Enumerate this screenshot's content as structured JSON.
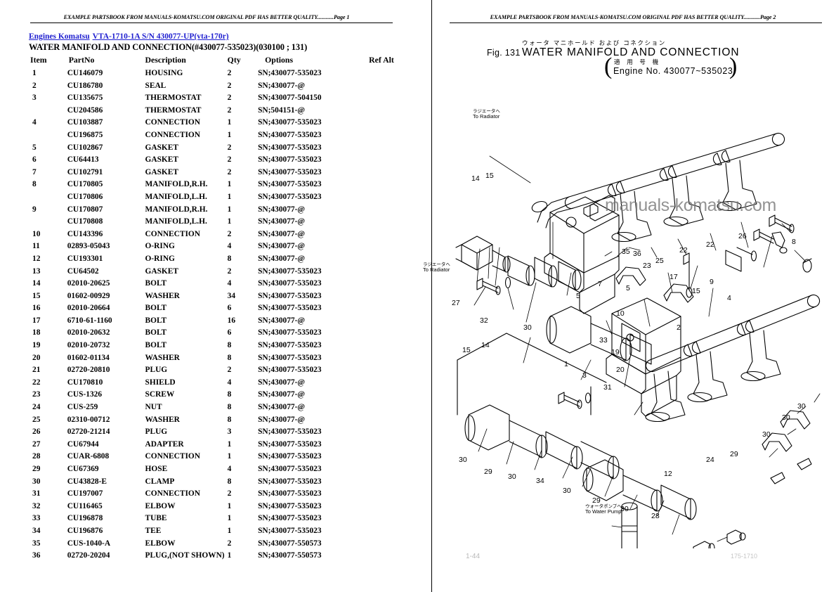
{
  "document": {
    "watermark_header_left": "EXAMPLE PARTSBOOK FROM MANUALS-KOMATSU.COM ORIGINAL PDF HAS BETTER QUALITY............Page 1",
    "watermark_header_right": "EXAMPLE PARTSBOOK FROM MANUALS-KOMATSU.COM ORIGINAL PDF HAS BETTER QUALITY............Page 2",
    "site_watermark": "manuals-komatsu.com"
  },
  "left_page": {
    "breadcrumb": {
      "category": "Engines Komatsu",
      "model": "VTA-1710-1A S/N 430077-UP(vta-170r)"
    },
    "section_title": "WATER MANIFOLD AND CONNECTION(#430077-535023)(030100 ; 131)",
    "table": {
      "headers": [
        "Item",
        "PartNo",
        "Description",
        "Qty",
        "Options",
        "Ref Alt"
      ],
      "rows": [
        {
          "item": "1",
          "part": "CU146079",
          "desc": "HOUSING",
          "qty": "2",
          "opt": "SN;430077-535023",
          "ref": ""
        },
        {
          "item": "2",
          "part": "CU186780",
          "desc": "SEAL",
          "qty": "2",
          "opt": "SN;430077-@",
          "ref": ""
        },
        {
          "item": "3",
          "part": "CU135675",
          "desc": "THERMOSTAT",
          "qty": "2",
          "opt": "SN;430077-504150",
          "ref": ""
        },
        {
          "item": "",
          "part": "CU204586",
          "desc": "THERMOSTAT",
          "qty": "2",
          "opt": "SN;504151-@",
          "ref": ""
        },
        {
          "item": "4",
          "part": "CU103887",
          "desc": "CONNECTION",
          "qty": "1",
          "opt": "SN;430077-535023",
          "ref": ""
        },
        {
          "item": "",
          "part": "CU196875",
          "desc": "CONNECTION",
          "qty": "1",
          "opt": "SN;430077-535023",
          "ref": ""
        },
        {
          "item": "5",
          "part": "CU102867",
          "desc": "GASKET",
          "qty": "2",
          "opt": "SN;430077-535023",
          "ref": ""
        },
        {
          "item": "6",
          "part": "CU64413",
          "desc": "GASKET",
          "qty": "2",
          "opt": "SN;430077-535023",
          "ref": ""
        },
        {
          "item": "7",
          "part": "CU102791",
          "desc": "GASKET",
          "qty": "2",
          "opt": "SN;430077-535023",
          "ref": ""
        },
        {
          "item": "8",
          "part": "CU170805",
          "desc": "MANIFOLD,R.H.",
          "qty": "1",
          "opt": "SN;430077-535023",
          "ref": ""
        },
        {
          "item": "",
          "part": "CU170806",
          "desc": "MANIFOLD,L.H.",
          "qty": "1",
          "opt": "SN;430077-535023",
          "ref": ""
        },
        {
          "item": "9",
          "part": "CU170807",
          "desc": "MANIFOLD,R.H.",
          "qty": "1",
          "opt": "SN;430077-@",
          "ref": ""
        },
        {
          "item": "",
          "part": "CU170808",
          "desc": "MANIFOLD,L.H.",
          "qty": "1",
          "opt": "SN;430077-@",
          "ref": ""
        },
        {
          "item": "10",
          "part": "CU143396",
          "desc": "CONNECTION",
          "qty": "2",
          "opt": "SN;430077-@",
          "ref": ""
        },
        {
          "item": "11",
          "part": "02893-05043",
          "desc": "O-RING",
          "qty": "4",
          "opt": "SN;430077-@",
          "ref": ""
        },
        {
          "item": "12",
          "part": "CU193301",
          "desc": "O-RING",
          "qty": "8",
          "opt": "SN;430077-@",
          "ref": ""
        },
        {
          "item": "13",
          "part": "CU64502",
          "desc": "GASKET",
          "qty": "2",
          "opt": "SN;430077-535023",
          "ref": ""
        },
        {
          "item": "14",
          "part": "02010-20625",
          "desc": "BOLT",
          "qty": "4",
          "opt": "SN;430077-535023",
          "ref": ""
        },
        {
          "item": "15",
          "part": "01602-00929",
          "desc": "WASHER",
          "qty": "34",
          "opt": "SN;430077-535023",
          "ref": ""
        },
        {
          "item": "16",
          "part": "02010-20664",
          "desc": "BOLT",
          "qty": "6",
          "opt": "SN;430077-535023",
          "ref": ""
        },
        {
          "item": "17",
          "part": "6710-61-1160",
          "desc": "BOLT",
          "qty": "16",
          "opt": "SN;430077-@",
          "ref": ""
        },
        {
          "item": "18",
          "part": "02010-20632",
          "desc": "BOLT",
          "qty": "6",
          "opt": "SN;430077-535023",
          "ref": ""
        },
        {
          "item": "19",
          "part": "02010-20732",
          "desc": "BOLT",
          "qty": "8",
          "opt": "SN;430077-535023",
          "ref": ""
        },
        {
          "item": "20",
          "part": "01602-01134",
          "desc": "WASHER",
          "qty": "8",
          "opt": "SN;430077-535023",
          "ref": ""
        },
        {
          "item": "21",
          "part": "02720-20810",
          "desc": "PLUG",
          "qty": "2",
          "opt": "SN;430077-535023",
          "ref": ""
        },
        {
          "item": "22",
          "part": "CU170810",
          "desc": "SHIELD",
          "qty": "4",
          "opt": "SN;430077-@",
          "ref": ""
        },
        {
          "item": "23",
          "part": "CUS-1326",
          "desc": "SCREW",
          "qty": "8",
          "opt": "SN;430077-@",
          "ref": ""
        },
        {
          "item": "24",
          "part": "CUS-259",
          "desc": "NUT",
          "qty": "8",
          "opt": "SN;430077-@",
          "ref": ""
        },
        {
          "item": "25",
          "part": "02310-00712",
          "desc": "WASHER",
          "qty": "8",
          "opt": "SN;430077-@",
          "ref": ""
        },
        {
          "item": "26",
          "part": "02720-21214",
          "desc": "PLUG",
          "qty": "3",
          "opt": "SN;430077-535023",
          "ref": ""
        },
        {
          "item": "27",
          "part": "CU67944",
          "desc": "ADAPTER",
          "qty": "1",
          "opt": "SN;430077-535023",
          "ref": ""
        },
        {
          "item": "28",
          "part": "CUAR-6808",
          "desc": "CONNECTION",
          "qty": "1",
          "opt": "SN;430077-535023",
          "ref": ""
        },
        {
          "item": "29",
          "part": "CU67369",
          "desc": "HOSE",
          "qty": "4",
          "opt": "SN;430077-535023",
          "ref": ""
        },
        {
          "item": "30",
          "part": "CU43828-E",
          "desc": "CLAMP",
          "qty": "8",
          "opt": "SN;430077-535023",
          "ref": ""
        },
        {
          "item": "31",
          "part": "CU197007",
          "desc": "CONNECTION",
          "qty": "2",
          "opt": "SN;430077-535023",
          "ref": ""
        },
        {
          "item": "32",
          "part": "CU116465",
          "desc": "ELBOW",
          "qty": "1",
          "opt": "SN;430077-535023",
          "ref": ""
        },
        {
          "item": "33",
          "part": "CU196878",
          "desc": "TUBE",
          "qty": "1",
          "opt": "SN;430077-535023",
          "ref": ""
        },
        {
          "item": "34",
          "part": "CU196876",
          "desc": "TEE",
          "qty": "1",
          "opt": "SN;430077-535023",
          "ref": ""
        },
        {
          "item": "35",
          "part": "CUS-1040-A",
          "desc": "ELBOW",
          "qty": "2",
          "opt": "SN;430077-550573",
          "ref": ""
        },
        {
          "item": "36",
          "part": "02720-20204",
          "desc": "PLUG,(NOT SHOWN)",
          "qty": "1",
          "opt": "SN;430077-550573",
          "ref": ""
        }
      ]
    }
  },
  "right_page": {
    "fig_label": "Fig. 131",
    "title_jp": "ウォータ  マニホールド  および  コネクション",
    "title_en": "WATER MANIFOLD AND CONNECTION",
    "engine_no_jp": "適 用 号 機",
    "engine_no_en": "Engine No. 430077~535023",
    "annotations": [
      {
        "jp": "ラジエータへ",
        "en": "To Radiator"
      },
      {
        "jp": "ラジエータへ",
        "en": "To Radiator"
      },
      {
        "jp": "ウォータポンプへ",
        "en": "To Water Pump"
      }
    ],
    "callouts": [
      "14",
      "15",
      "5",
      "27",
      "32",
      "30",
      "14",
      "15",
      "19",
      "20",
      "31",
      "35",
      "36",
      "23",
      "25",
      "22",
      "22",
      "26",
      "8",
      "9",
      "2",
      "7",
      "5",
      "17",
      "15",
      "4",
      "10",
      "33",
      "30",
      "29",
      "30",
      "34",
      "30",
      "29",
      "30",
      "28",
      "12",
      "24",
      "29",
      "30",
      "30",
      "30",
      "1",
      "3"
    ],
    "footer_page": "1-44",
    "footer_code": "175-1710"
  }
}
